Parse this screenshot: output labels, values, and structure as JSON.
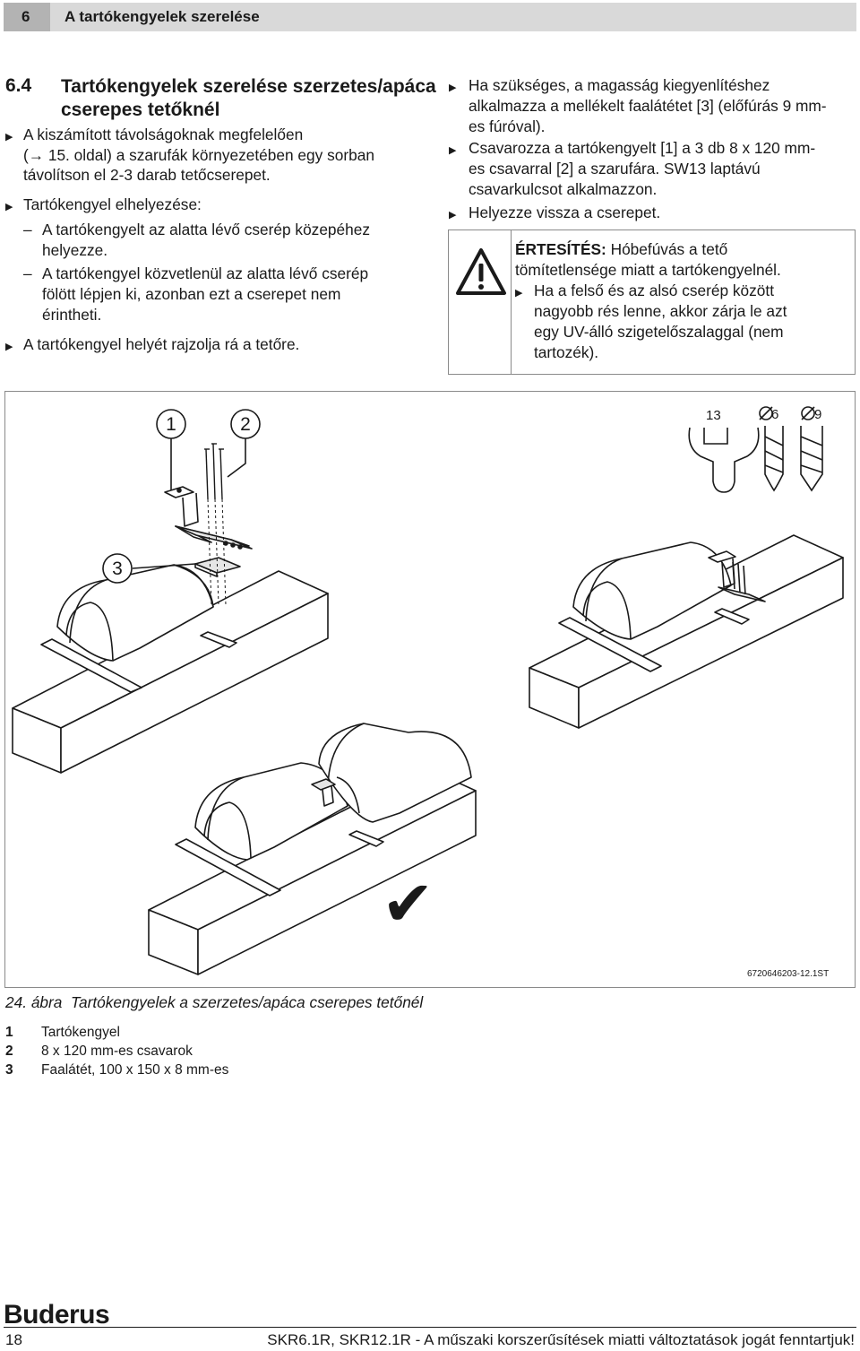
{
  "header": {
    "chapter_num": "6",
    "chapter_title": "A tartókengyelek szerelése"
  },
  "section": {
    "number": "6.4",
    "title": "Tartókengyelek szerelése szerzetes/apáca cserepes tetőknél"
  },
  "left_col": {
    "b1_l1": "A kiszámított távolságoknak megfelelően",
    "b1_l2": "(→ 15. oldal) a szarufák környezetében egy sorban",
    "b1_l3": "távolítson el 2-3 darab tetőcserepet.",
    "b2_l1": "Tartókengyel elhelyezése:",
    "d1_l1": "A tartókengyelt az alatta lévő cserép közepéhez",
    "d1_l2": "helyezze.",
    "d2_l1": "A tartókengyel közvetlenül az alatta lévő cserép",
    "d2_l2": "fölött lépjen ki, azonban ezt a cserepet nem",
    "d2_l3": "érintheti.",
    "b3_l1": "A tartókengyel helyét rajzolja rá a tetőre."
  },
  "right_col": {
    "b1_l1": "Ha szükséges, a magasság kiegyenlítéshez",
    "b1_l2": "alkalmazza a mellékelt faalátétet [3] (előfúrás 9 mm-",
    "b1_l3": "es fúróval).",
    "b2_l1": "Csavarozza a tartókengyelt [1] a 3 db 8 x 120 mm-",
    "b2_l2": "es csavarral [2] a szarufára. SW13 laptávú",
    "b2_l3": "csavarkulcsot alkalmazzon.",
    "b3_l1": "Helyezze vissza a cserepet."
  },
  "notice": {
    "label": "ÉRTESÍTÉS:",
    "l1_rest": " Hóbefúvás a tető",
    "l2": "tömítetlensége miatt a tartókengyelnél.",
    "b_l1": "Ha a felső és az alsó cserép között",
    "b_l2": "nagyobb rés lenne, akkor zárja le azt",
    "b_l3": "egy UV-álló szigetelőszalaggal (nem",
    "b_l4": "tartozék)."
  },
  "figure": {
    "callout_1": "1",
    "callout_2": "2",
    "callout_3": "3",
    "wrench_size": "13",
    "drill_1": "6",
    "drill_2": "9",
    "drawing_id": "6720646203-12.1ST",
    "checkmark": "✔"
  },
  "caption": {
    "num": "24. ábra",
    "text": "Tartókengyelek a szerzetes/apáca cserepes tetőnél"
  },
  "legend": [
    {
      "key": "1",
      "text": "Tartókengyel"
    },
    {
      "key": "2",
      "text": "8 x 120 mm-es csavarok"
    },
    {
      "key": "3",
      "text": "Faalátét, 100 x 150 x 8 mm-es"
    }
  ],
  "footer": {
    "brand": "Buderus",
    "page": "18",
    "text": "SKR6.1R, SKR12.1R - A műszaki korszerűsítések miatti változtatások jogát fenntartjuk!"
  },
  "colors": {
    "header_bg": "#d9d9d9",
    "header_num_bg": "#b3b3b3",
    "frame": "#8a8a8a",
    "text": "#1a1a1a"
  }
}
